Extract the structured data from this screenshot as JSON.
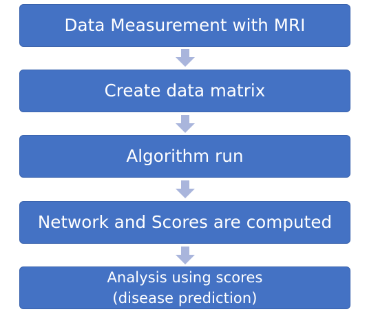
{
  "flowchart": {
    "colors": {
      "box_fill": "#4472c4",
      "box_text": "#ffffff",
      "arrow": "#a9b5dc"
    },
    "arrow_icon": "down-arrow-icon",
    "steps": [
      {
        "lines": [
          "Data Measurement with MRI"
        ]
      },
      {
        "lines": [
          "Create data matrix"
        ]
      },
      {
        "lines": [
          "Algorithm run"
        ]
      },
      {
        "lines": [
          "Network and Scores are computed"
        ]
      },
      {
        "lines": [
          "Analysis using scores",
          "(disease prediction)"
        ]
      }
    ]
  }
}
